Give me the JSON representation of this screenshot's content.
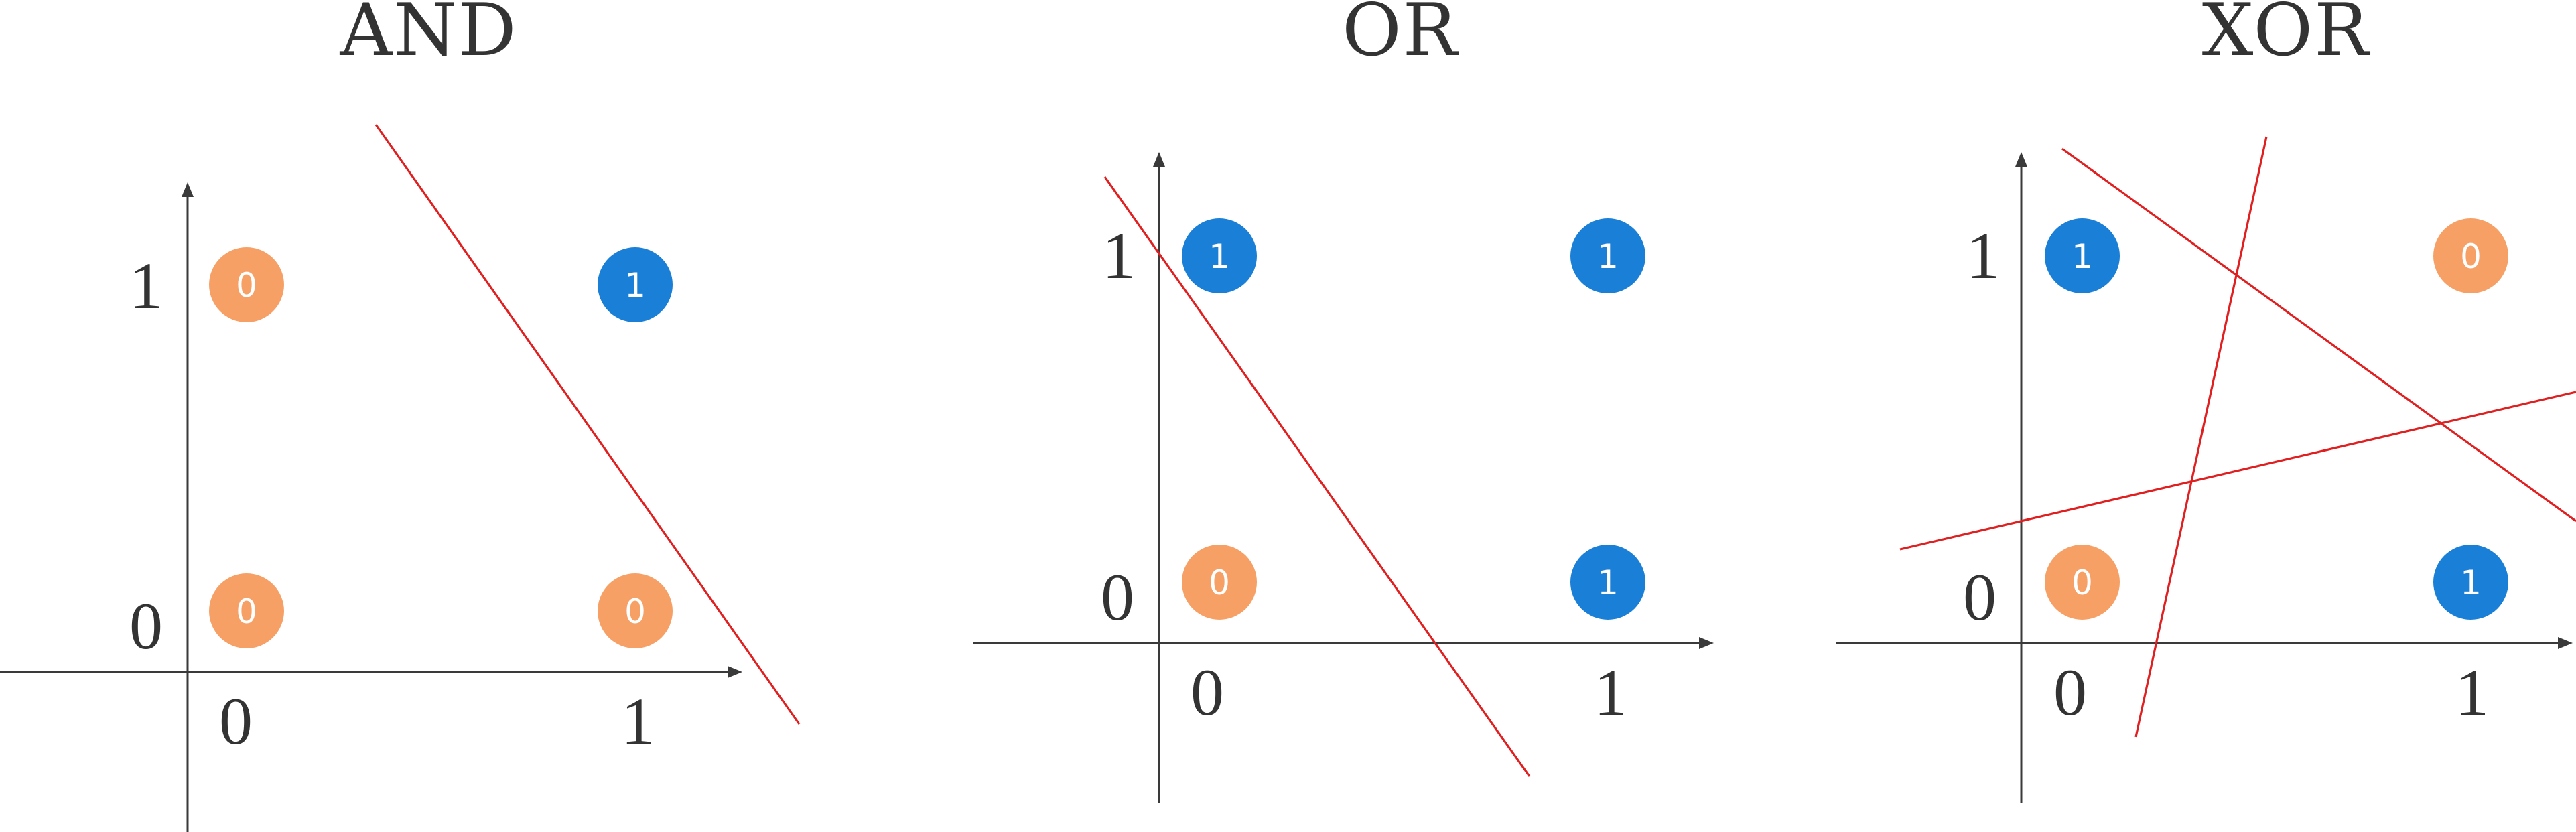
{
  "colors": {
    "class_1": "#1a7fd6",
    "class_0": "#f7a066",
    "separator": "#e02020",
    "axis": "#3a3a3a",
    "text": "#333333"
  },
  "panels": [
    {
      "title": "AND",
      "x_ticks": [
        "0",
        "1"
      ],
      "y_ticks": [
        "0",
        "1"
      ],
      "points": [
        {
          "x": 0,
          "y": 1,
          "label": "0"
        },
        {
          "x": 1,
          "y": 1,
          "label": "1"
        },
        {
          "x": 0,
          "y": 0,
          "label": "0"
        },
        {
          "x": 1,
          "y": 0,
          "label": "0"
        }
      ],
      "separator_count": 1
    },
    {
      "title": "OR",
      "x_ticks": [
        "0",
        "1"
      ],
      "y_ticks": [
        "0",
        "1"
      ],
      "points": [
        {
          "x": 0,
          "y": 1,
          "label": "1"
        },
        {
          "x": 1,
          "y": 1,
          "label": "1"
        },
        {
          "x": 0,
          "y": 0,
          "label": "0"
        },
        {
          "x": 1,
          "y": 0,
          "label": "1"
        }
      ],
      "separator_count": 1
    },
    {
      "title": "XOR",
      "x_ticks": [
        "0",
        "1"
      ],
      "y_ticks": [
        "0",
        "1"
      ],
      "points": [
        {
          "x": 0,
          "y": 1,
          "label": "1"
        },
        {
          "x": 1,
          "y": 1,
          "label": "0"
        },
        {
          "x": 0,
          "y": 0,
          "label": "0"
        },
        {
          "x": 1,
          "y": 0,
          "label": "1"
        }
      ],
      "separator_count": 3
    }
  ]
}
